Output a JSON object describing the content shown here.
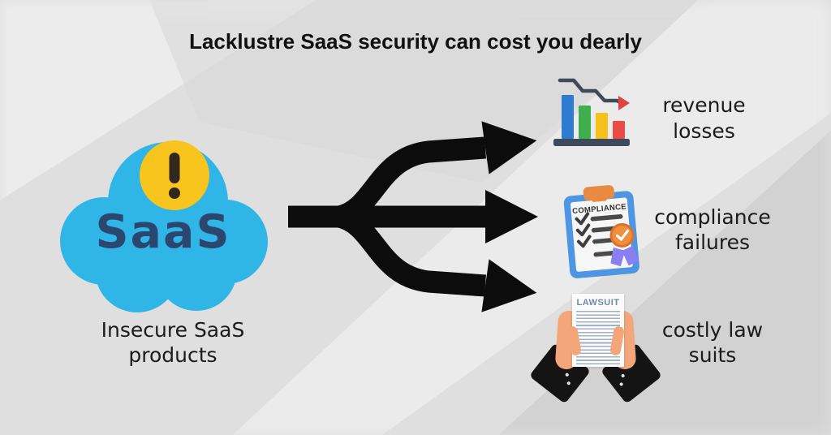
{
  "title": "Lacklustre SaaS security can cost you dearly",
  "source": {
    "cloud_text": "SaaS",
    "label": "Insecure SaaS products",
    "warning_icon": "exclamation-warning-icon",
    "cloud_icon": "cloud-icon"
  },
  "arrow": {
    "icon": "three-way-branching-arrow-icon"
  },
  "outcomes": [
    {
      "label": "revenue losses",
      "icon": "declining-bar-chart-icon"
    },
    {
      "label": "compliance failures",
      "icon": "compliance-clipboard-icon",
      "icon_text": "COMPLIANCE"
    },
    {
      "label": "costly law suits",
      "icon": "lawsuit-document-icon",
      "icon_text": "LAWSUIT"
    }
  ],
  "colors": {
    "cloud-blue": "#2fb5e6",
    "saas-navy": "#2b4770",
    "warn-yellow": "#f7c51e",
    "warn-dark": "#33281d",
    "arrow-black": "#0c0c0c",
    "slate": "#3e4a5c",
    "bar-blue": "#2d7cd1",
    "bar-green": "#3fae4c",
    "bar-yellow": "#f6c11a",
    "bar-red": "#ea4b45",
    "line-red": "#e04340",
    "clip-blue": "#4e95e2",
    "clip-orange": "#e98a43",
    "badge-orange": "#ef8f3e",
    "badge-ring": "#dd7329",
    "ribbon-purple": "#8a7ff0",
    "lawsuit-title": "#7289a3",
    "lawsuit-lines": "#8ba0b8",
    "skin": "#f2a679",
    "sleeve": "#141414",
    "label-ink": "#1b1b1b"
  }
}
